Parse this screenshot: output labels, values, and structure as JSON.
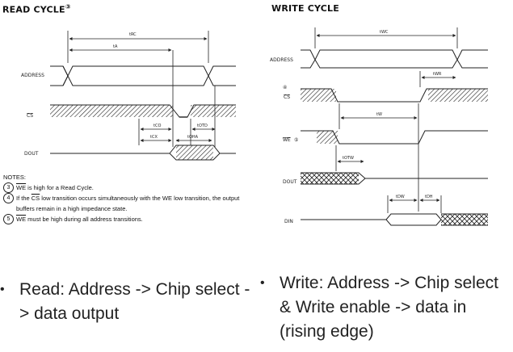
{
  "read": {
    "title": "READ CYCLE",
    "title_note": "③",
    "signals": {
      "address": "ADDRESS",
      "cs": "CS",
      "dout": "DOUT"
    },
    "timings": {
      "trc": "tRC",
      "ta": "tA",
      "tco": "tCO",
      "totd": "tOTD",
      "tcx": "tCX",
      "toha": "tOHA"
    }
  },
  "write": {
    "title": "WRITE CYCLE",
    "signals": {
      "address": "ADDRESS",
      "cs": "CS",
      "we": "WE",
      "dout": "DOUT",
      "din": "DIN"
    },
    "markers": {
      "cs": "④",
      "we": "⑤"
    },
    "timings": {
      "twc": "tWC",
      "twr": "tWR",
      "tw": "tW",
      "totw": "tOTW",
      "tdw": "tDW",
      "tdh": "tDH"
    }
  },
  "notes": {
    "heading": "NOTES:",
    "items": [
      {
        "num": "3",
        "pre": "",
        "ol": "WE",
        "post": " is high for a Read Cycle."
      },
      {
        "num": "4",
        "pre": "If the ",
        "ol": "CS",
        "post": " low transition occurs simultaneously with the WE low transition, the output buffers remain in a high impedance state."
      },
      {
        "num": "5",
        "pre": "",
        "ol": "WE",
        "post": " must be high during all address transitions."
      }
    ]
  },
  "bullets": {
    "read": "Read: Address -> Chip select  -> data output",
    "write": "Write: Address -> Chip select & Write enable -> data in (rising edge)",
    "symbol": "•"
  }
}
